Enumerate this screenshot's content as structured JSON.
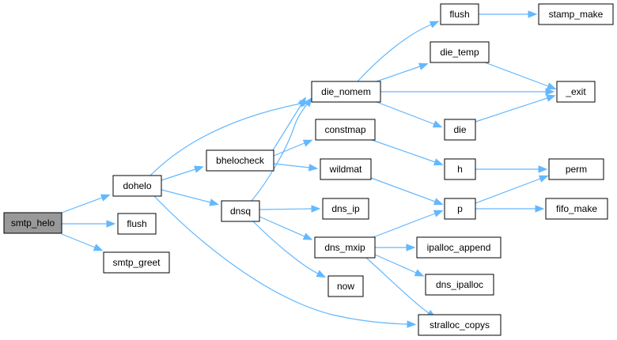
{
  "colors": {
    "edge": "#63b8ff",
    "root_fill": "#999999",
    "node_fill": "#ffffff",
    "node_border": "#000000"
  },
  "nodes": [
    {
      "id": "smtp_helo",
      "label": "smtp_helo",
      "root": true
    },
    {
      "id": "dohelo",
      "label": "dohelo"
    },
    {
      "id": "flush_a",
      "label": "flush"
    },
    {
      "id": "smtp_greet",
      "label": "smtp_greet"
    },
    {
      "id": "bhelocheck",
      "label": "bhelocheck"
    },
    {
      "id": "dnsq",
      "label": "dnsq"
    },
    {
      "id": "die_nomem",
      "label": "die_nomem"
    },
    {
      "id": "constmap",
      "label": "constmap"
    },
    {
      "id": "wildmat",
      "label": "wildmat"
    },
    {
      "id": "dns_ip",
      "label": "dns_ip"
    },
    {
      "id": "dns_mxip",
      "label": "dns_mxip"
    },
    {
      "id": "now",
      "label": "now"
    },
    {
      "id": "flush_b",
      "label": "flush"
    },
    {
      "id": "stamp_make",
      "label": "stamp_make"
    },
    {
      "id": "die_temp",
      "label": "die_temp"
    },
    {
      "id": "_exit",
      "label": "_exit"
    },
    {
      "id": "die",
      "label": "die"
    },
    {
      "id": "h",
      "label": "h"
    },
    {
      "id": "perm",
      "label": "perm"
    },
    {
      "id": "p",
      "label": "p"
    },
    {
      "id": "fifo_make",
      "label": "fifo_make"
    },
    {
      "id": "ipalloc_append",
      "label": "ipalloc_append"
    },
    {
      "id": "dns_ipalloc",
      "label": "dns_ipalloc"
    },
    {
      "id": "stralloc_copys",
      "label": "stralloc_copys"
    }
  ],
  "edges": [
    {
      "from": "smtp_helo",
      "to": "dohelo"
    },
    {
      "from": "smtp_helo",
      "to": "flush_a"
    },
    {
      "from": "smtp_helo",
      "to": "smtp_greet"
    },
    {
      "from": "dohelo",
      "to": "die_nomem"
    },
    {
      "from": "dohelo",
      "to": "bhelocheck"
    },
    {
      "from": "dohelo",
      "to": "dnsq"
    },
    {
      "from": "dohelo",
      "to": "stralloc_copys"
    },
    {
      "from": "bhelocheck",
      "to": "die_nomem"
    },
    {
      "from": "bhelocheck",
      "to": "constmap"
    },
    {
      "from": "bhelocheck",
      "to": "wildmat"
    },
    {
      "from": "dnsq",
      "to": "die_nomem"
    },
    {
      "from": "dnsq",
      "to": "dns_ip"
    },
    {
      "from": "dnsq",
      "to": "dns_mxip"
    },
    {
      "from": "dnsq",
      "to": "now"
    },
    {
      "from": "die_nomem",
      "to": "flush_b"
    },
    {
      "from": "die_nomem",
      "to": "die_temp"
    },
    {
      "from": "die_nomem",
      "to": "_exit"
    },
    {
      "from": "die_nomem",
      "to": "die"
    },
    {
      "from": "flush_b",
      "to": "stamp_make"
    },
    {
      "from": "die_temp",
      "to": "_exit"
    },
    {
      "from": "die",
      "to": "_exit"
    },
    {
      "from": "constmap",
      "to": "h"
    },
    {
      "from": "wildmat",
      "to": "p"
    },
    {
      "from": "h",
      "to": "perm"
    },
    {
      "from": "p",
      "to": "perm"
    },
    {
      "from": "p",
      "to": "fifo_make"
    },
    {
      "from": "dns_mxip",
      "to": "p"
    },
    {
      "from": "dns_mxip",
      "to": "ipalloc_append"
    },
    {
      "from": "dns_mxip",
      "to": "dns_ipalloc"
    },
    {
      "from": "dns_mxip",
      "to": "stralloc_copys"
    }
  ]
}
